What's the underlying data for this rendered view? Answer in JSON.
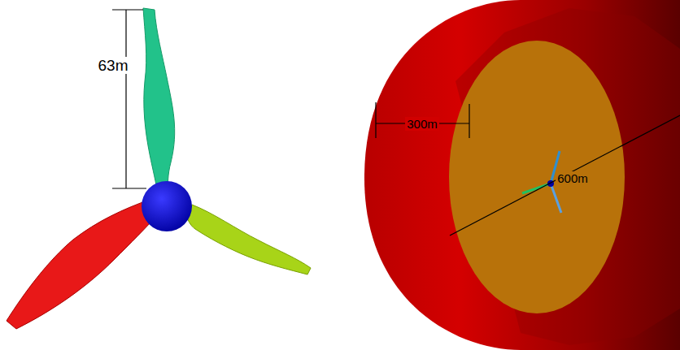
{
  "diagram": {
    "labels": [
      "63m",
      "300m",
      "600m"
    ]
  }
}
